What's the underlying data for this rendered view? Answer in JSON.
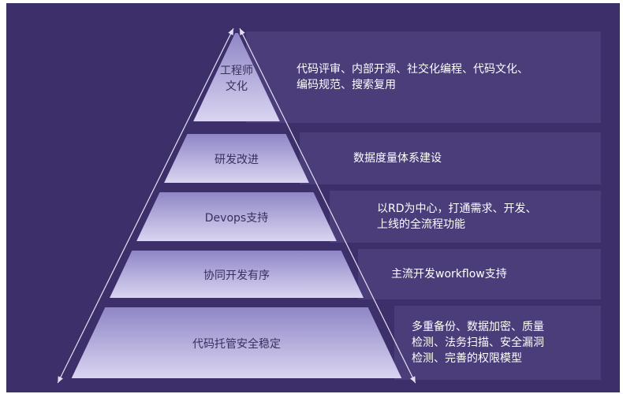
{
  "colors": {
    "background": "#3c2f6a",
    "description_band": "#4a3d7a",
    "layer_gradient_top": "#8f86c6",
    "layer_gradient_bottom": "#d9d5f1",
    "arrow_line": "#e4e0f4",
    "layer_text": "#3a2f5e",
    "description_text": "#ffffff"
  },
  "diagram": {
    "layers": [
      {
        "label_lines": [
          "工程师",
          "文化"
        ],
        "description_lines": [
          "代码评审、内部开源、社交化编程、代码文化、",
          "编码规范、搜索复用"
        ]
      },
      {
        "label_lines": [
          "研发改进"
        ],
        "description_lines": [
          "数据度量体系建设"
        ]
      },
      {
        "label_lines": [
          "Devops支持"
        ],
        "description_lines": [
          "以RD为中心，打通需求、开发、",
          "上线的全流程功能"
        ]
      },
      {
        "label_lines": [
          "协同开发有序"
        ],
        "description_lines": [
          "主流开发workflow支持"
        ]
      },
      {
        "label_lines": [
          "代码托管安全稳定"
        ],
        "description_lines": [
          "多重备份、数据加密、质量",
          "检测、法务扫描、安全漏洞",
          "检测、完善的权限模型"
        ]
      }
    ]
  }
}
